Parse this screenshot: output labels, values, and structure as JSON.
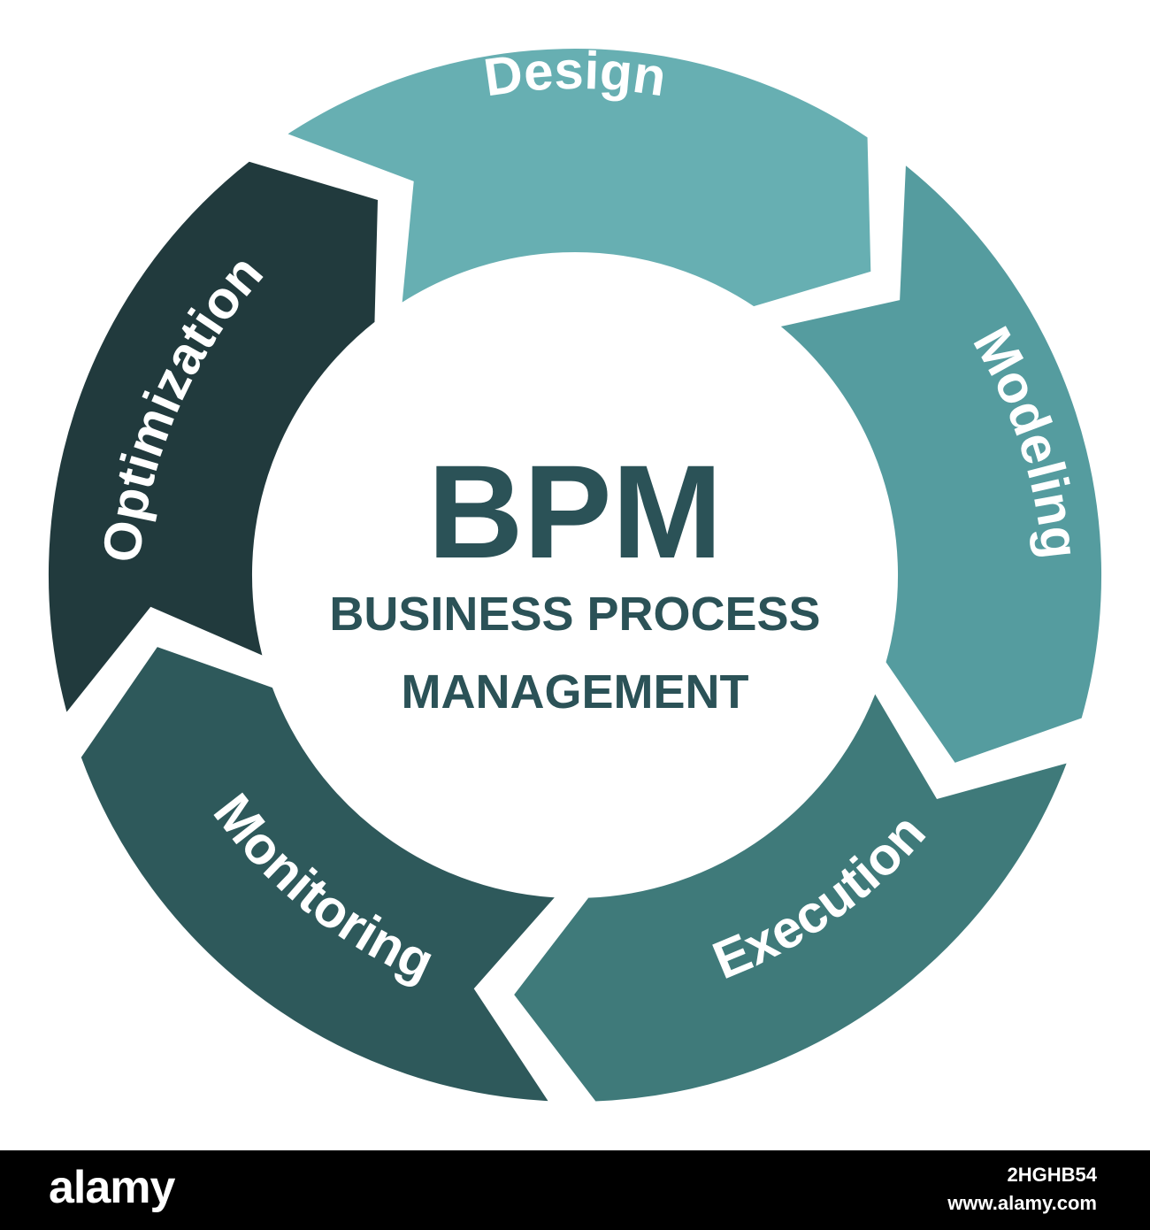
{
  "diagram": {
    "center": {
      "title": "BPM",
      "subtitle_line1": "BUSINESS PROCESS",
      "subtitle_line2": "MANAGEMENT"
    },
    "stages": [
      {
        "label": "Design",
        "color": "#67afb2"
      },
      {
        "label": "Modeling",
        "color": "#559c9f"
      },
      {
        "label": "Execution",
        "color": "#3f7a7a"
      },
      {
        "label": "Monitoring",
        "color": "#2e595b"
      },
      {
        "label": "Optimization",
        "color": "#213a3d"
      }
    ],
    "text_color": "#2b5257"
  },
  "footer": {
    "logo": "alamy",
    "image_id": "2HGHB54",
    "site": "www.alamy.com"
  }
}
